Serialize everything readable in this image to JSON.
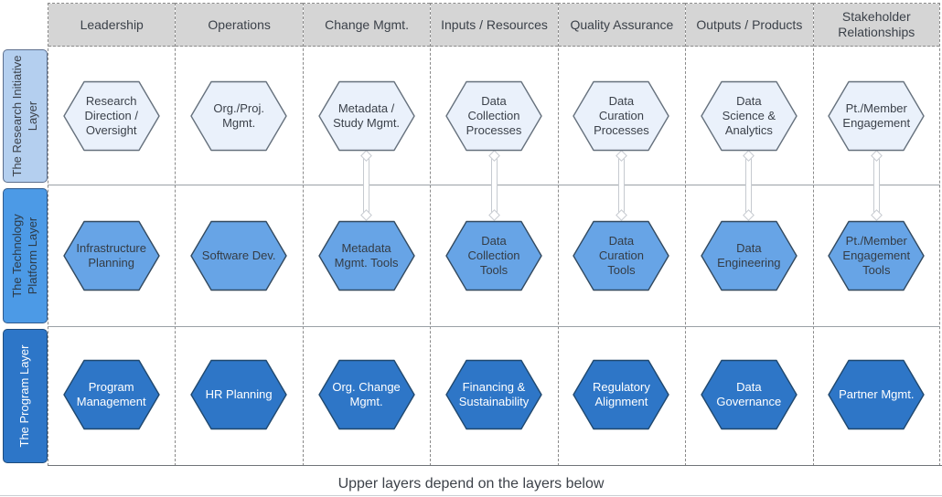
{
  "caption": "Upper layers depend on the layers below",
  "columns": [
    {
      "label": "Leadership"
    },
    {
      "label": "Operations"
    },
    {
      "label": "Change Mgmt."
    },
    {
      "label": "Inputs / Resources"
    },
    {
      "label": "Quality Assurance"
    },
    {
      "label": "Outputs / Products"
    },
    {
      "label": "Stakeholder\nRelationships"
    }
  ],
  "layers": [
    {
      "label": "The Research Initiative\nLayer",
      "sidebar_fill": "#b4cfef",
      "sidebar_border": "#5c6f8e",
      "sidebar_text": "#3b414a",
      "hex_fill": "#eaf1fb",
      "hex_stroke": "#66717d",
      "hex_text": "#3b414a",
      "cells": [
        "Research\nDirection /\nOversight",
        "Org./Proj.\nMgmt.",
        "Metadata /\nStudy Mgmt.",
        "Data\nCollection\nProcesses",
        "Data\nCuration\nProcesses",
        "Data\nScience &\nAnalytics",
        "Pt./Member\nEngagement"
      ]
    },
    {
      "label": "The Technology\nPlatform Layer",
      "sidebar_fill": "#4c9ae6",
      "sidebar_border": "#2f5a8c",
      "sidebar_text": "#2d3a46",
      "hex_fill": "#67a4e6",
      "hex_stroke": "#32495f",
      "hex_text": "#343c45",
      "cells": [
        "Infrastructure\nPlanning",
        "Software Dev.",
        "Metadata\nMgmt. Tools",
        "Data\nCollection\nTools",
        "Data\nCuration\nTools",
        "Data\nEngineering",
        "Pt./Member\nEngagement\nTools"
      ]
    },
    {
      "label": "The Program Layer",
      "sidebar_fill": "#2d76c8",
      "sidebar_border": "#1f4c7d",
      "sidebar_text": "#ffffff",
      "hex_fill": "#2e76c7",
      "hex_stroke": "#20486e",
      "hex_text": "#ffffff",
      "cells": [
        "Program\nManagement",
        "HR Planning",
        "Org. Change\nMgmt.",
        "Financing &\nSustainability",
        "Regulatory\nAlignment",
        "Data\nGovernance",
        "Partner Mgmt."
      ]
    }
  ],
  "connectors": {
    "description": "dependency connectors between research initiative layer and technology platform layer",
    "columns": [
      2,
      3,
      4,
      5,
      6
    ]
  },
  "styles": {
    "header_bg": "#d5d5d5",
    "header_text": "#3b4149",
    "dash_color": "#8a8a8a",
    "row_line_color": "#9aa0a6",
    "bottom_line_color": "#6f7378",
    "connector_color": "#c6cad0",
    "caption_text": "#3d4249"
  }
}
